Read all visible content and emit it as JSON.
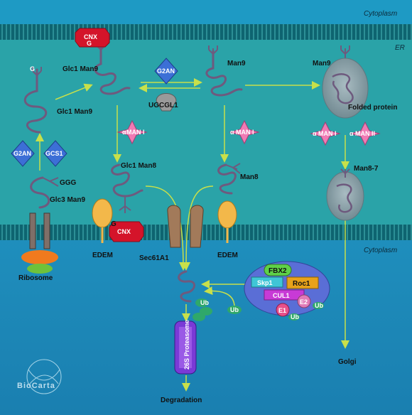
{
  "compartments": {
    "cytoplasm_top": "Cytoplasm",
    "er": "ER",
    "cytoplasm_bottom": "Cytoplasm"
  },
  "labels": {
    "glc1man9_top": "Glc1 Man9",
    "glc1man9_left": "Glc1 Man9",
    "glc3man9": "Glc3 Man9",
    "man9_mid": "Man9",
    "man9_right": "Man9",
    "folded_protein": "Folded protein",
    "glc1man8": "Glc1 Man8",
    "man8": "Man8",
    "man8_7": "Man8-7",
    "ribosome": "Ribosome",
    "edem_left": "EDEM",
    "edem_right": "EDEM",
    "sec61a1": "Sec61A1",
    "golgi": "Golgi",
    "degradation": "Degradation",
    "proteasome": "26S Proteasome",
    "ggg": "GGG",
    "g_top": "G",
    "g_cnx_top": "G",
    "g_cnx_bottom": "G"
  },
  "enzymes": {
    "cnx_top": "CNX",
    "cnx_bottom": "CNX",
    "g2an_top": "G2AN",
    "g2an_left": "G2AN",
    "gcs1": "GCS1",
    "ugcgl1": "UGCGL1",
    "man1_left": "MAN I",
    "man1_mid": "MAN I",
    "man1_right": "MAN I",
    "man2_right": "MAN II",
    "alpha": "α"
  },
  "ligase": {
    "fbx2": "FBX2",
    "skp1": "Skp1",
    "roc1": "Roc1",
    "cul1": "CUL1",
    "e1": "E1",
    "e2": "E2",
    "ub": "Ub"
  },
  "logo": "BioCarta",
  "colors": {
    "cytoplasm": "#1e9ac4",
    "er_lumen": "#2aa3a8",
    "membrane": "#0f6f7a",
    "arrow": "#c8e04a",
    "cnx": "#d4142a",
    "g2an": "#3c6fd6",
    "man": "#f07ab4",
    "chain": "#6e5a7e",
    "vesicle": "#8aa0a8"
  }
}
